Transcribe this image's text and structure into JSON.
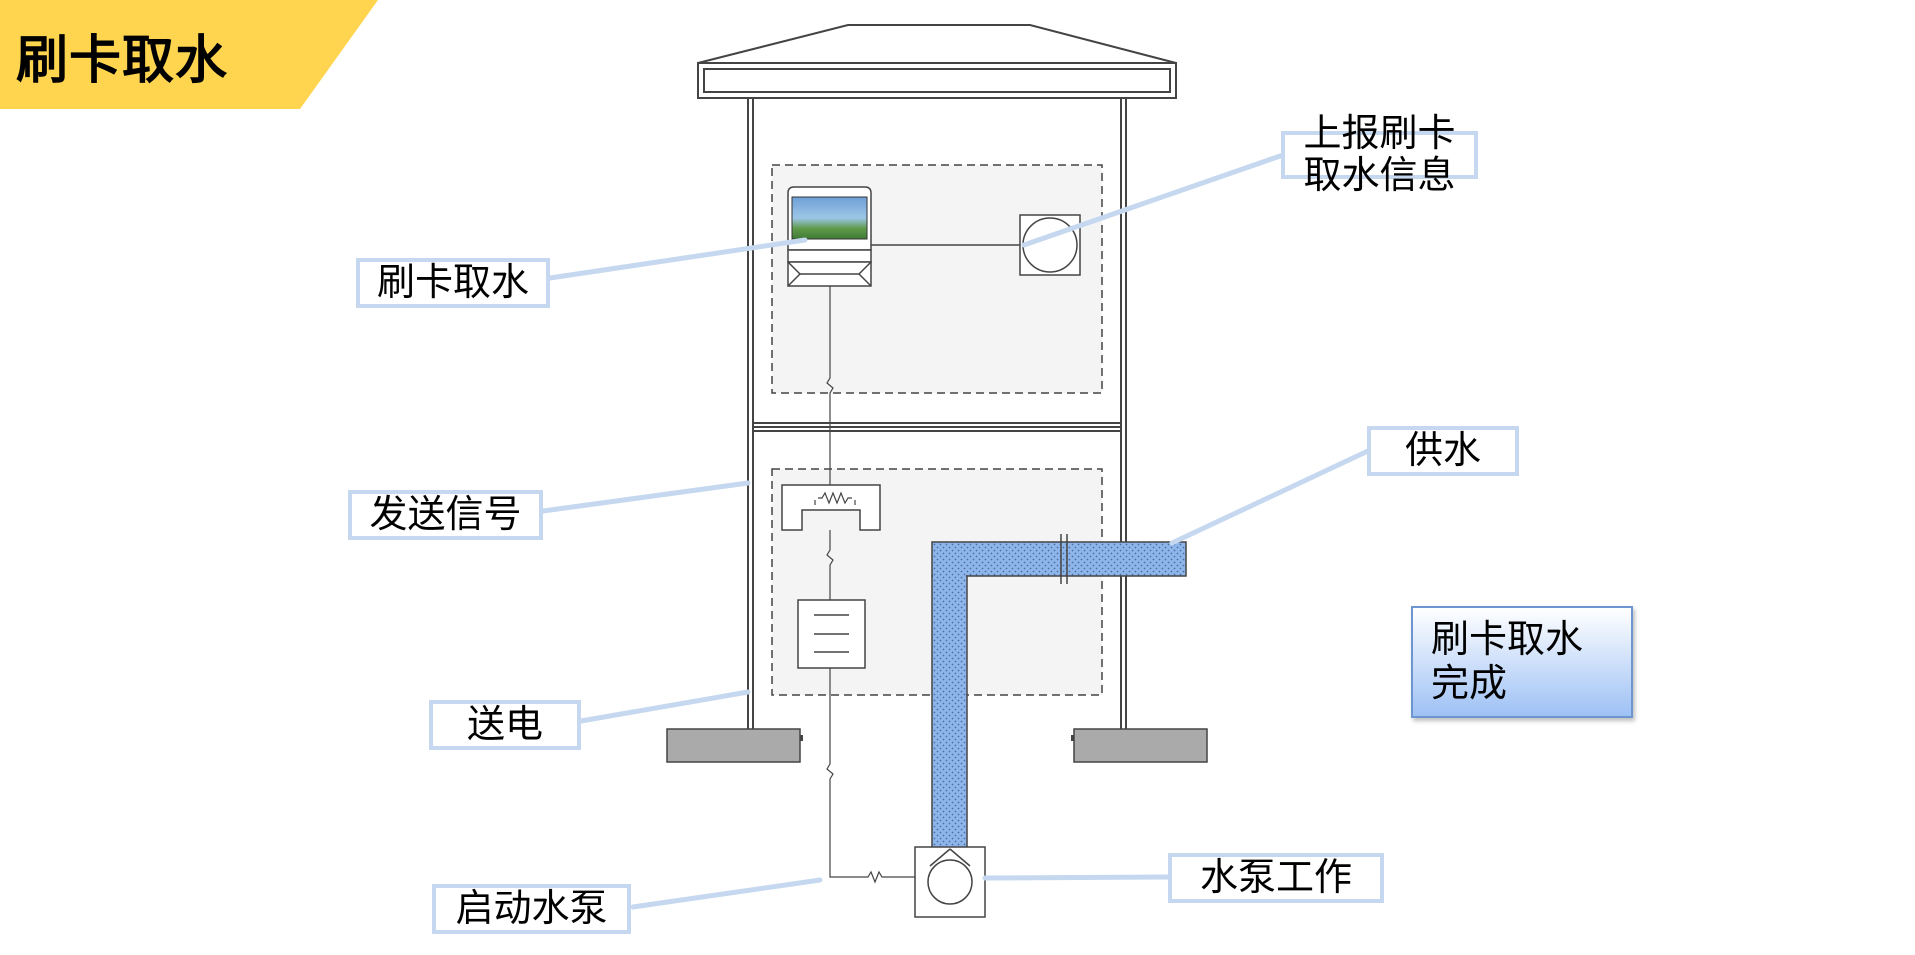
{
  "title": "刷卡取水",
  "labels": {
    "swipe_card": "刷卡取水",
    "report_info": "上报刷卡\n取水信息",
    "send_signal": "发送信号",
    "power_supply": "送电",
    "start_pump": "启动水泵",
    "water_supply": "供水",
    "pump_working": "水泵工作",
    "completed": "刷卡取水\n完成"
  },
  "colors": {
    "banner": "#ffd54f",
    "callout_border": "#c5d8ef",
    "pipe_fill": "#8fb6ea",
    "done_gradient_bottom": "#9ec1f5"
  }
}
